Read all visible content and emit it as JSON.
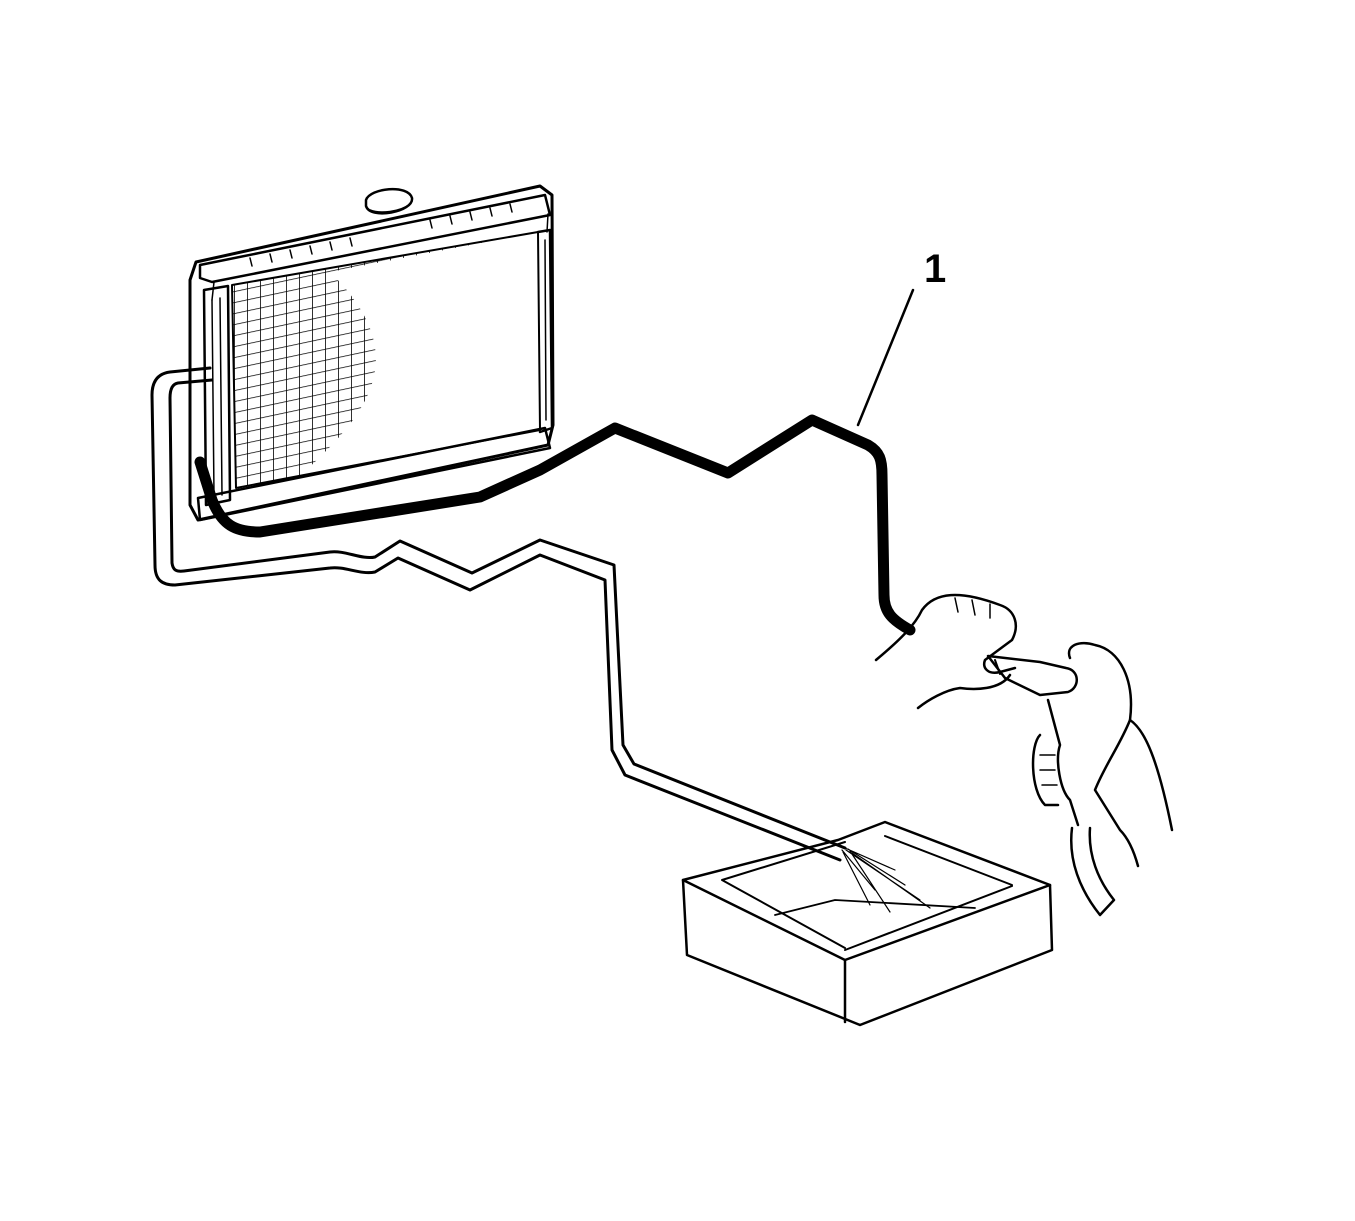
{
  "diagram": {
    "callouts": [
      {
        "label": "1"
      }
    ],
    "colors": {
      "line": "#000000",
      "background": "#ffffff"
    },
    "parts": [
      "radiator",
      "upper-hose",
      "lower-hose",
      "hands",
      "air-nozzle",
      "drain-pan"
    ]
  }
}
